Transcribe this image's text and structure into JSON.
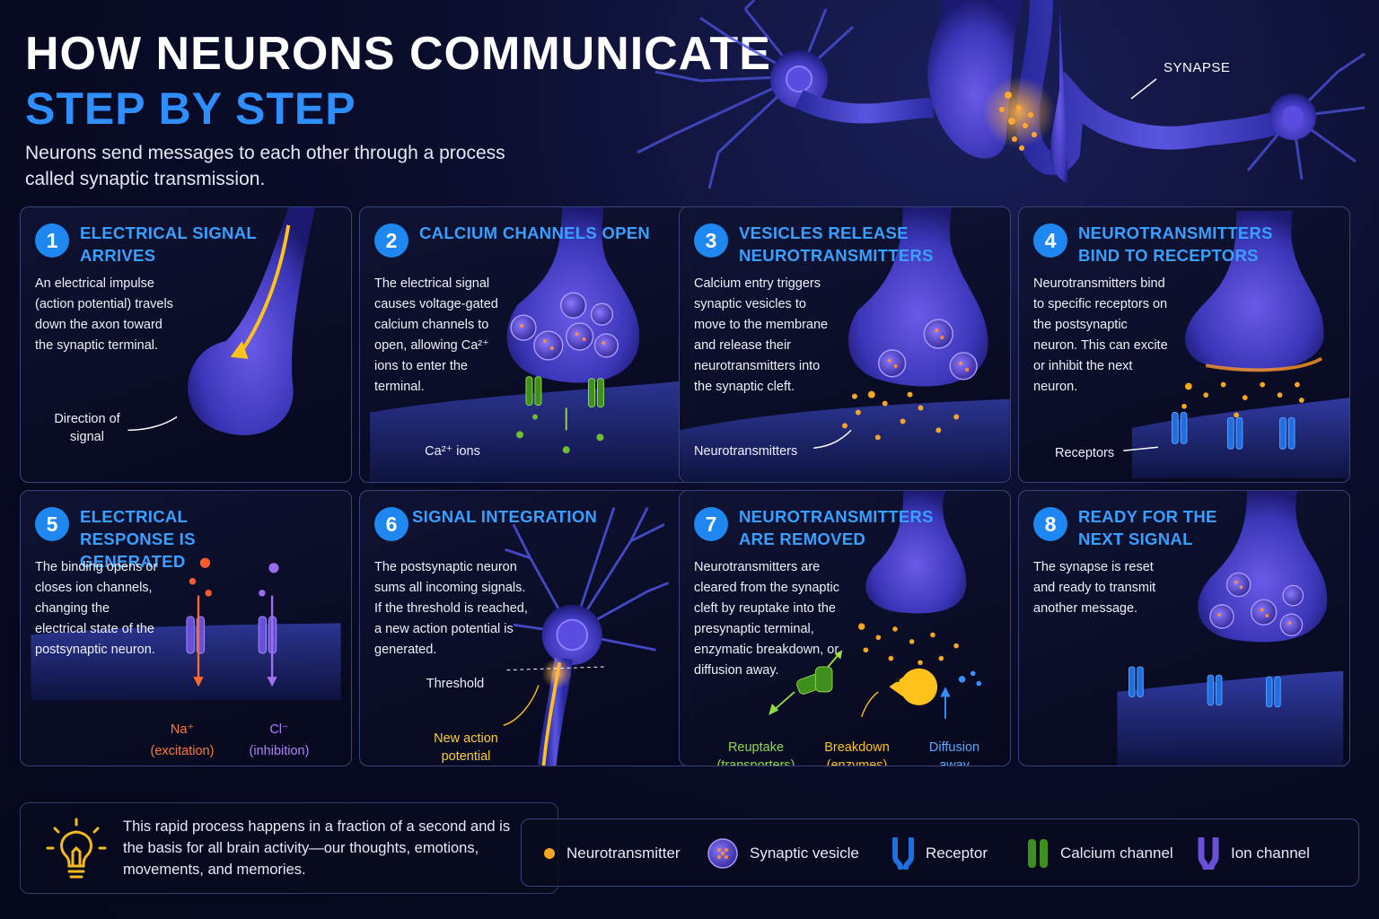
{
  "header": {
    "title_line1": "HOW NEURONS COMMUNICATE",
    "title_line2": "STEP BY STEP",
    "intro": "Neurons send messages to each other through a process called synaptic transmission.",
    "synapse_label": "SYNAPSE"
  },
  "steps": [
    {
      "number": "1",
      "title": "ELECTRICAL SIGNAL ARRIVES",
      "text": "An electrical impulse (action potential) travels down the axon toward the synaptic terminal.",
      "labels": [
        "Direction of signal"
      ]
    },
    {
      "number": "2",
      "title": "CALCIUM CHANNELS OPEN",
      "text": "The electrical signal causes voltage-gated calcium channels to open, allowing Ca²⁺ ions to enter the terminal.",
      "labels": [
        "Ca²⁺ ions"
      ]
    },
    {
      "number": "3",
      "title": "VESICLES RELEASE NEUROTRANSMITTERS",
      "text": "Calcium entry triggers synaptic vesicles to move to the membrane and release their neurotransmitters into the synaptic cleft.",
      "labels": [
        "Neurotransmitters"
      ]
    },
    {
      "number": "4",
      "title": "NEUROTRANSMITTERS BIND TO RECEPTORS",
      "text": "Neurotransmitters bind to specific receptors on the postsynaptic neuron. This can excite or inhibit the next neuron.",
      "labels": [
        "Receptors"
      ]
    },
    {
      "number": "5",
      "title": "ELECTRICAL RESPONSE IS GENERATED",
      "text": "The binding opens or closes ion channels, changing the electrical state of the postsynaptic neuron.",
      "labels": [
        "Na⁺",
        "(excitation)",
        "Cl⁻",
        "(inhibition)"
      ]
    },
    {
      "number": "6",
      "title": "SIGNAL INTEGRATION",
      "text": "The postsynaptic neuron sums all incoming signals. If the threshold is reached, a new action potential is generated.",
      "labels": [
        "Threshold",
        "New action potential"
      ]
    },
    {
      "number": "7",
      "title": "NEUROTRANSMITTERS ARE REMOVED",
      "text": "Neurotransmitters are cleared from the synaptic cleft by reuptake into the presynaptic terminal, enzymatic breakdown, or diffusion away.",
      "labels": [
        "Reuptake",
        "(transporters)",
        "Breakdown",
        "(enzymes)",
        "Diffusion away"
      ]
    },
    {
      "number": "8",
      "title": "READY FOR THE NEXT SIGNAL",
      "text": "The synapse is reset and ready to transmit another message.",
      "labels": []
    }
  ],
  "footer": {
    "note": "This rapid process happens in a fraction of a second and is the basis for all brain activity—our thoughts, emotions, movements, and memories.",
    "legend": [
      "Neurotransmitter",
      "Synaptic vesicle",
      "Receptor",
      "Calcium channel",
      "Ion channel"
    ]
  },
  "colors": {
    "accent_blue": "#2f8fff",
    "number_badge": "#1e88f0",
    "neurotransmitter": "#f5a623",
    "calcium_channel": "#3f8f1f",
    "receptor": "#1f6fe0",
    "ion_channel": "#6a4fd8",
    "sodium": "#ff6a2a",
    "chloride": "#a070f0",
    "signal": "#ffc21a"
  },
  "icons": [
    "lightbulb-icon",
    "neurotransmitter-icon",
    "vesicle-icon",
    "receptor-icon",
    "calcium-channel-icon",
    "ion-channel-icon"
  ]
}
